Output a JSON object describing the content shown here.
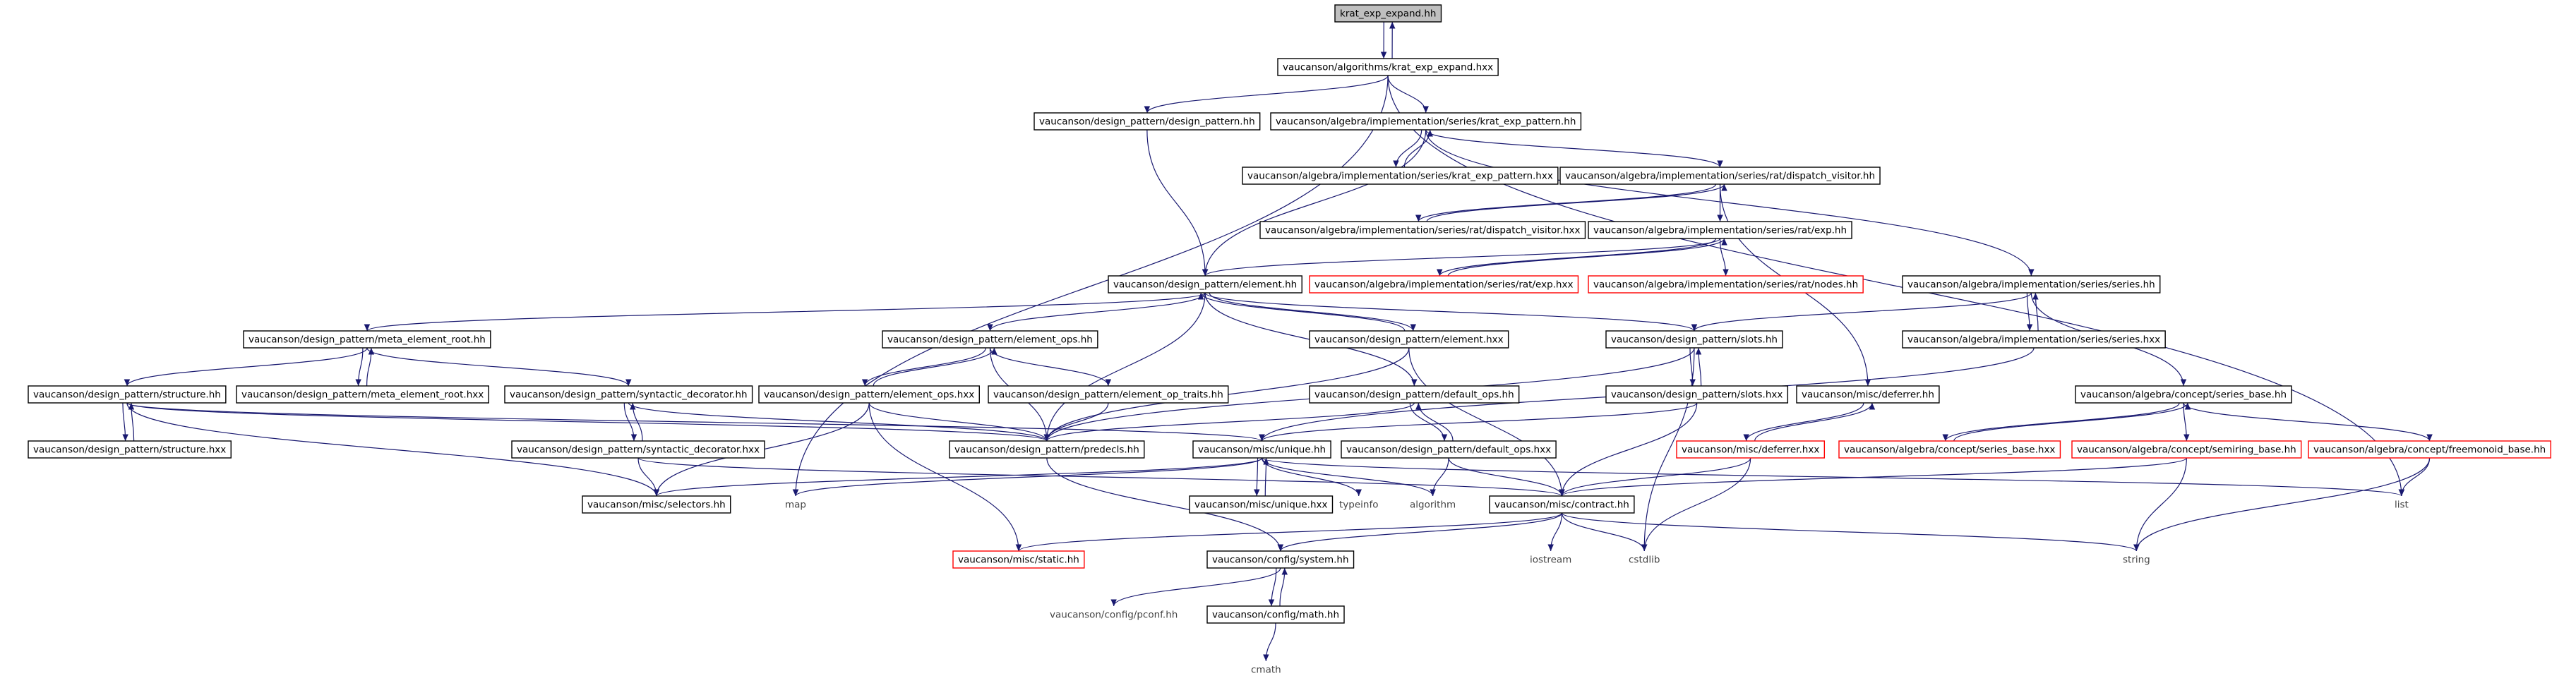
{
  "colors": {
    "edge": "#191970",
    "root_fill": "#bfbfbf",
    "missing_border": "#ff0000"
  },
  "nodes": {
    "n0": "krat_exp_expand.hh",
    "n1": "vaucanson/algorithms/krat_exp_expand.hxx",
    "n2": "vaucanson/design_pattern/design_pattern.hh",
    "n3": "vaucanson/algebra/implementation/series/krat_exp_pattern.hh",
    "n4": "vaucanson/algebra/implementation/series/krat_exp_pattern.hxx",
    "n5": "vaucanson/algebra/implementation/series/rat/dispatch_visitor.hh",
    "n6": "vaucanson/algebra/implementation/series/rat/dispatch_visitor.hxx",
    "n7": "vaucanson/algebra/implementation/series/rat/exp.hh",
    "n8": "vaucanson/design_pattern/element.hh",
    "n9": "vaucanson/algebra/implementation/series/rat/exp.hxx",
    "n10": "vaucanson/algebra/implementation/series/rat/nodes.hh",
    "n11": "vaucanson/algebra/implementation/series/series.hh",
    "n12": "vaucanson/design_pattern/meta_element_root.hh",
    "n13": "vaucanson/design_pattern/element_ops.hh",
    "n14": "vaucanson/design_pattern/element.hxx",
    "n15": "vaucanson/design_pattern/slots.hh",
    "n16": "vaucanson/algebra/implementation/series/series.hxx",
    "n17": "vaucanson/design_pattern/structure.hh",
    "n18": "vaucanson/design_pattern/meta_element_root.hxx",
    "n19": "vaucanson/design_pattern/syntactic_decorator.hh",
    "n20": "vaucanson/design_pattern/element_ops.hxx",
    "n21": "vaucanson/design_pattern/element_op_traits.hh",
    "n22": "vaucanson/design_pattern/default_ops.hh",
    "n23": "vaucanson/design_pattern/slots.hxx",
    "n24": "vaucanson/misc/deferrer.hh",
    "n25": "vaucanson/algebra/concept/series_base.hh",
    "n26": "vaucanson/design_pattern/structure.hxx",
    "n27": "vaucanson/design_pattern/syntactic_decorator.hxx",
    "n28": "vaucanson/design_pattern/predecls.hh",
    "n29": "vaucanson/misc/unique.hh",
    "n30": "vaucanson/design_pattern/default_ops.hxx",
    "n31": "vaucanson/misc/deferrer.hxx",
    "n32": "vaucanson/algebra/concept/series_base.hxx",
    "n33": "vaucanson/algebra/concept/semiring_base.hh",
    "n34": "vaucanson/algebra/concept/freemonoid_base.hh",
    "n35": "vaucanson/misc/selectors.hh",
    "n36": "map",
    "n37": "vaucanson/misc/unique.hxx",
    "n38": "typeinfo",
    "n39": "algorithm",
    "n40": "vaucanson/misc/contract.hh",
    "n41": "list",
    "n42": "vaucanson/misc/static.hh",
    "n43": "vaucanson/config/system.hh",
    "n44": "iostream",
    "n45": "cstdlib",
    "n46": "string",
    "n47": "vaucanson/config/pconf.hh",
    "n48": "vaucanson/config/math.hh",
    "n49": "cmath"
  }
}
